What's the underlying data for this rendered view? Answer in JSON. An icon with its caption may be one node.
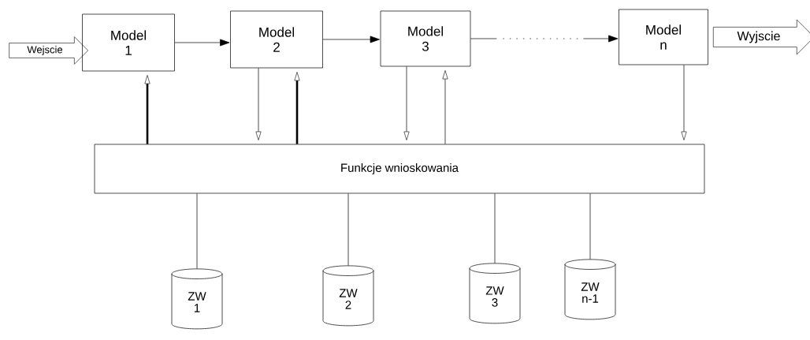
{
  "diagram": {
    "nodes": [
      {
        "text": [
          "Wejscie"
        ]
      },
      {
        "text": [
          "Model 1"
        ]
      },
      {
        "text": [
          "Model 2"
        ]
      },
      {
        "text": [
          "Model 3"
        ]
      },
      {
        "text": [
          "Model n"
        ]
      },
      {
        "text": [
          "Wyjscie"
        ]
      },
      {
        "text": [
          "Funkcje wnioskowania"
        ]
      },
      {
        "text": [
          "ZW 1"
        ]
      },
      {
        "text": [
          "ZW 2"
        ]
      },
      {
        "text": [
          "ZW 3"
        ]
      },
      {
        "text": [
          "ZW n-1"
        ]
      }
    ],
    "edges": [
      {
        "from": 1,
        "to": 2,
        "arrow": "to"
      },
      {
        "from": 2,
        "to": 3,
        "arrow": "to"
      },
      {
        "from": 3,
        "to": 4,
        "arrow": "to",
        "style": "dashed"
      },
      {
        "from": 6,
        "to": 1,
        "arrow": "to",
        "style": "thick"
      },
      {
        "from": 2,
        "to": 6,
        "arrow": "to"
      },
      {
        "from": 6,
        "to": 2,
        "arrow": "to",
        "style": "thick"
      },
      {
        "from": 3,
        "to": 6,
        "arrow": "to"
      },
      {
        "from": 6,
        "to": 3,
        "arrow": "to"
      },
      {
        "from": 4,
        "to": 6,
        "arrow": "to"
      },
      {
        "from": 6,
        "to": 7,
        "arrow": "none"
      },
      {
        "from": 6,
        "to": 8,
        "arrow": "none"
      },
      {
        "from": 6,
        "to": 9,
        "arrow": "none"
      },
      {
        "from": 6,
        "to": 10,
        "arrow": "none"
      }
    ]
  }
}
